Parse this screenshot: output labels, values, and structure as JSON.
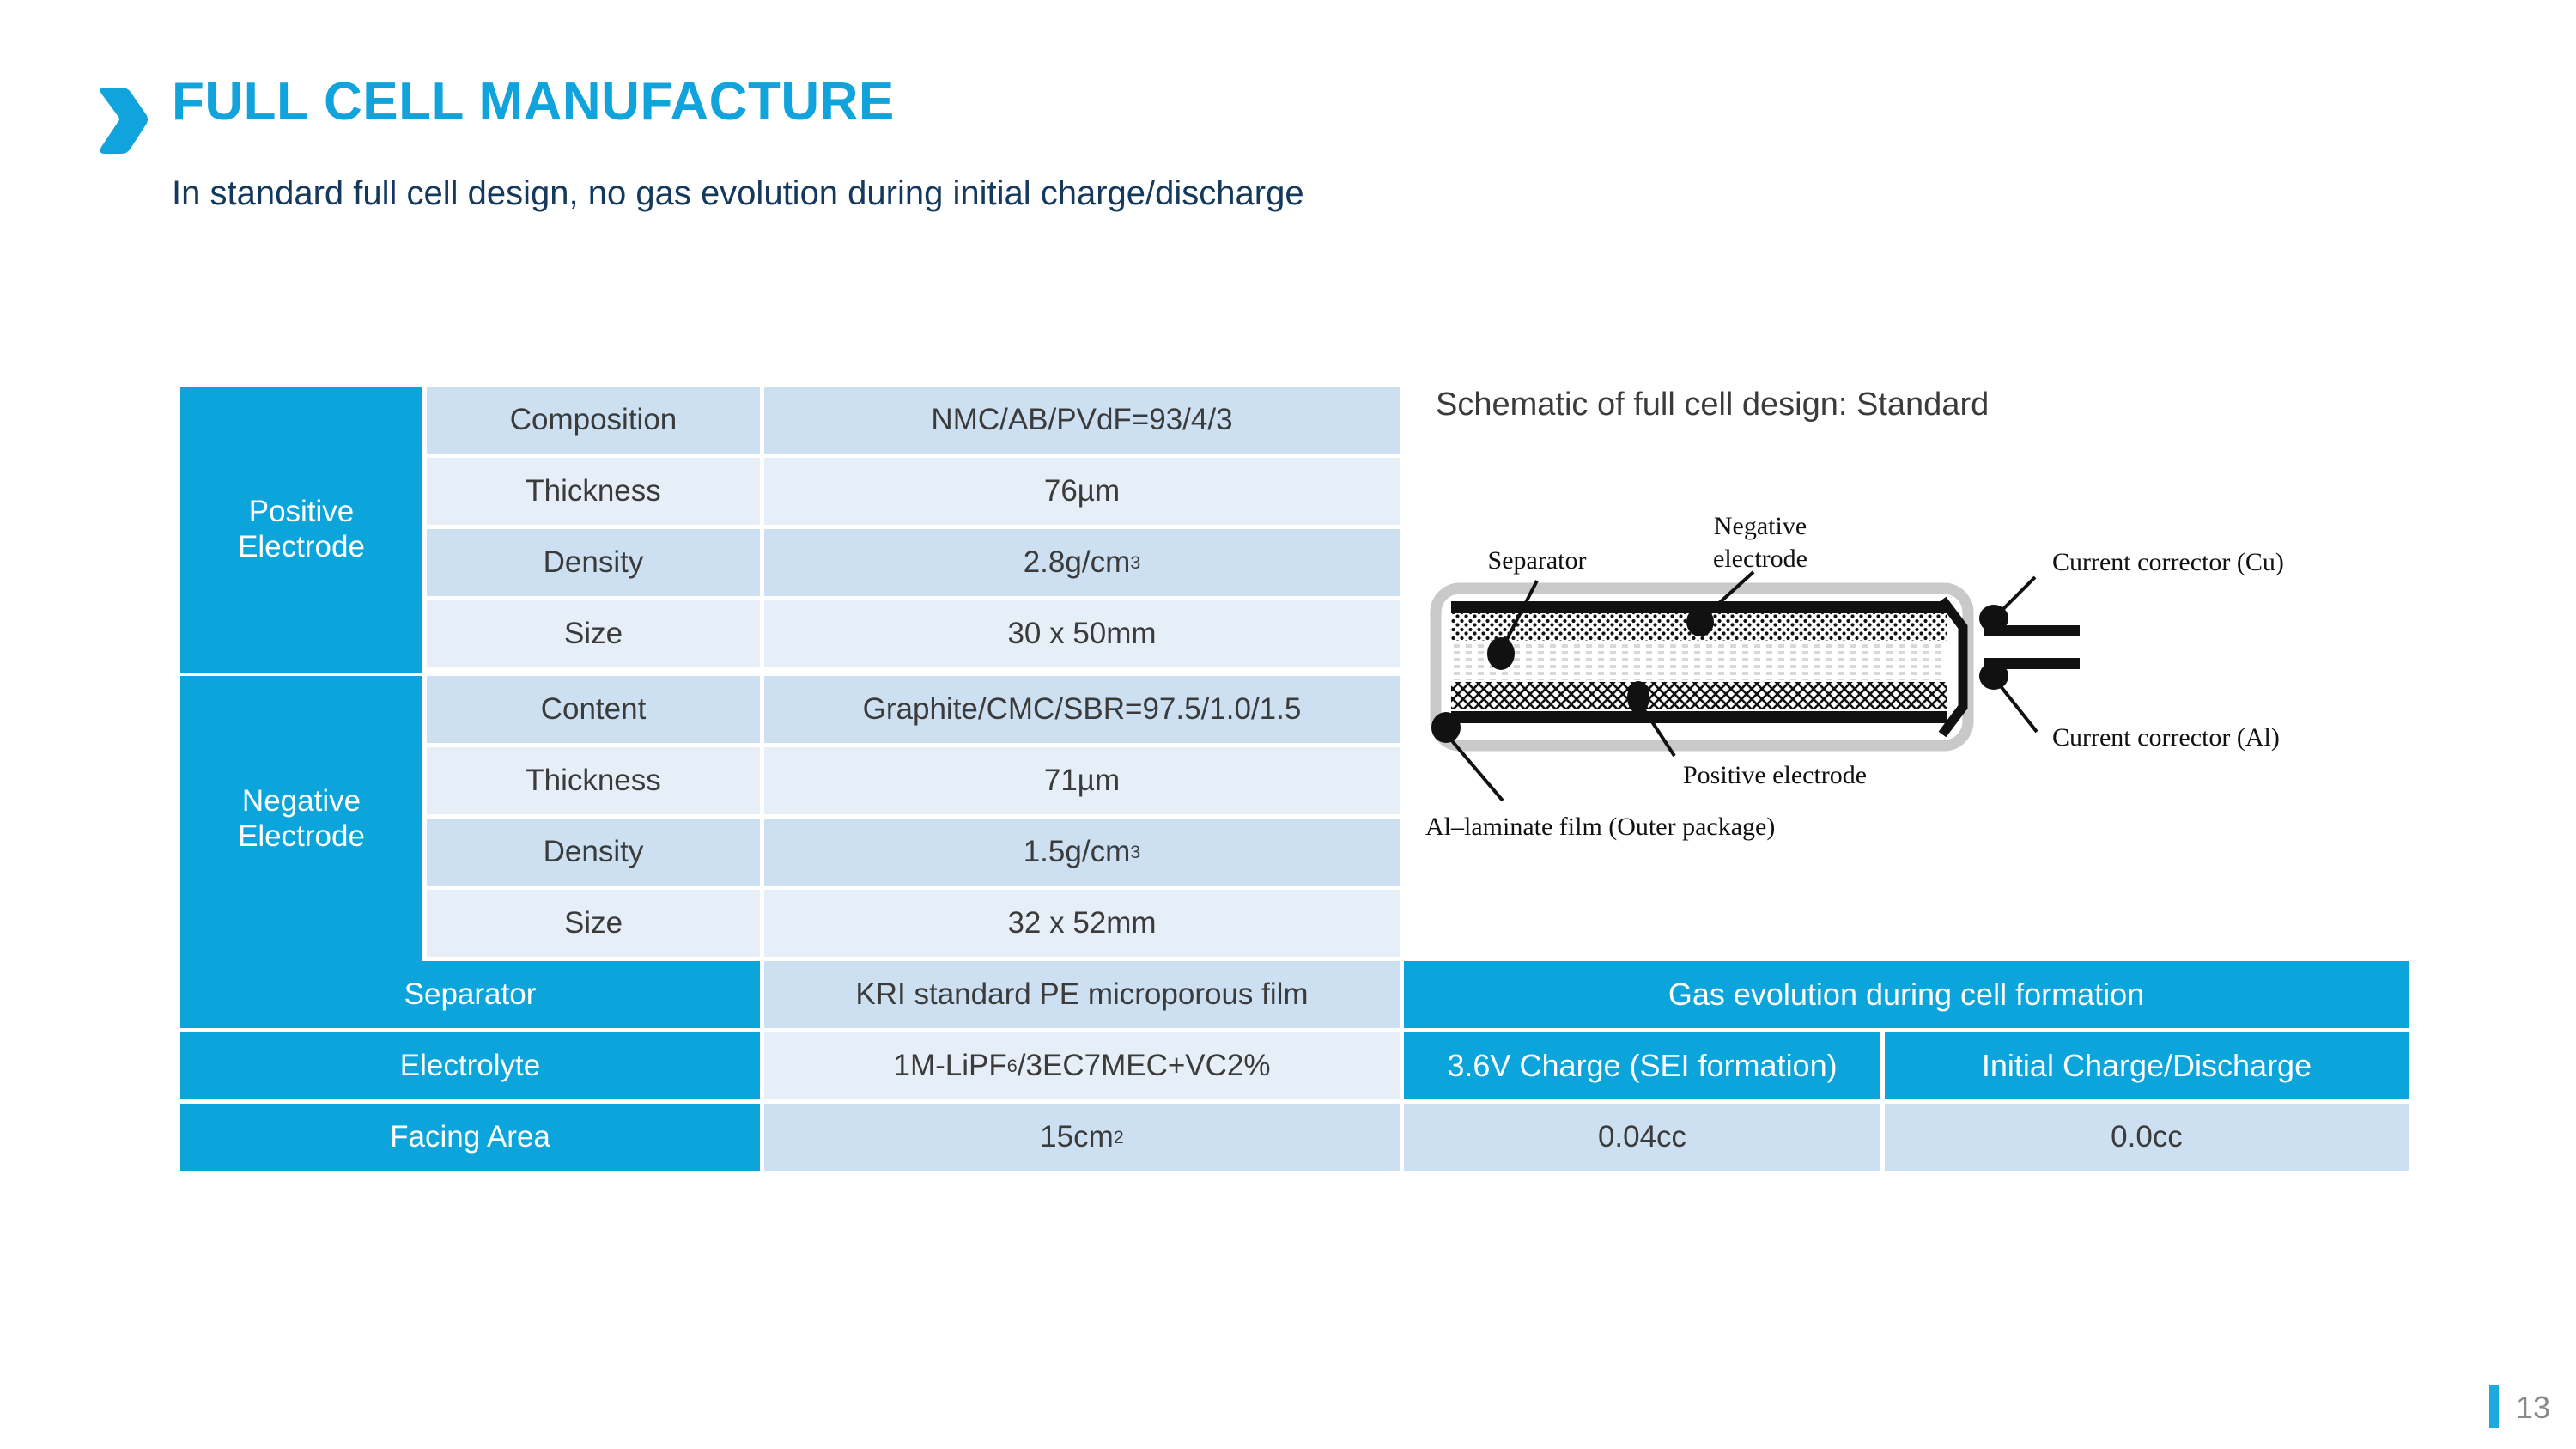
{
  "header": {
    "title": "FULL CELL MANUFACTURE",
    "subtitle": "In standard full cell design, no gas evolution during initial charge/discharge",
    "logo_icon": "chevron-right-icon",
    "title_color": "#11A3DC",
    "subtitle_color": "#14395C"
  },
  "cell_design_table": {
    "groups": [
      {
        "label": "Positive\nElectrode",
        "label_line1": "Positive",
        "label_line2": "Electrode",
        "rows": [
          {
            "property": "Composition",
            "value": "NMC/AB/PVdF=93/4/3"
          },
          {
            "property": "Thickness",
            "value": "76µm"
          },
          {
            "property": "Density",
            "value": "2.8g/cm3",
            "value_base": "2.8g/cm",
            "value_sup": "3"
          },
          {
            "property": "Size",
            "value": "30 x 50mm"
          }
        ]
      },
      {
        "label": "Negative\nElectrode",
        "label_line1": "Negative",
        "label_line2": "Electrode",
        "rows": [
          {
            "property": "Content",
            "value": "Graphite/CMC/SBR=97.5/1.0/1.5"
          },
          {
            "property": "Thickness",
            "value": "71µm"
          },
          {
            "property": "Density",
            "value": "1.5g/cm3",
            "value_base": "1.5g/cm",
            "value_sup": "3"
          },
          {
            "property": "Size",
            "value": "32 x 52mm"
          }
        ]
      }
    ],
    "full_width_rows": [
      {
        "label": "Separator",
        "value": "KRI standard PE microporous film"
      },
      {
        "label": "Electrolyte",
        "value": "1M-LiPF6/3EC7MEC+VC2%",
        "value_pre": "1M-LiPF",
        "value_sub": "6",
        "value_post": "/3EC7MEC+VC2%"
      },
      {
        "label": "Facing Area",
        "value": "15cm2",
        "value_base": "15cm",
        "value_sup": "2"
      }
    ]
  },
  "schematic": {
    "caption": "Schematic of full cell design: Standard",
    "labels": {
      "separator": "Separator",
      "negative_electrode_line1": "Negative",
      "negative_electrode_line2": "electrode",
      "current_corrector_cu": "Current corrector (Cu)",
      "current_corrector_al": "Current corrector (Al)",
      "positive_electrode": "Positive electrode",
      "al_laminate_film": "Al–laminate film (Outer package)"
    }
  },
  "gas_evolution_table": {
    "title": "Gas evolution during cell formation",
    "columns": [
      "3.6V Charge (SEI formation)",
      "Initial Charge/Discharge"
    ],
    "values": [
      "0.04cc",
      "0.0cc"
    ]
  },
  "footer": {
    "page_number": "13"
  },
  "colors": {
    "brand_blue": "#0BA5DC",
    "band_dark": "#CDE0F2",
    "band_light": "#E6EFF8",
    "navy": "#14395C",
    "text_gray": "#3B3B3B"
  }
}
